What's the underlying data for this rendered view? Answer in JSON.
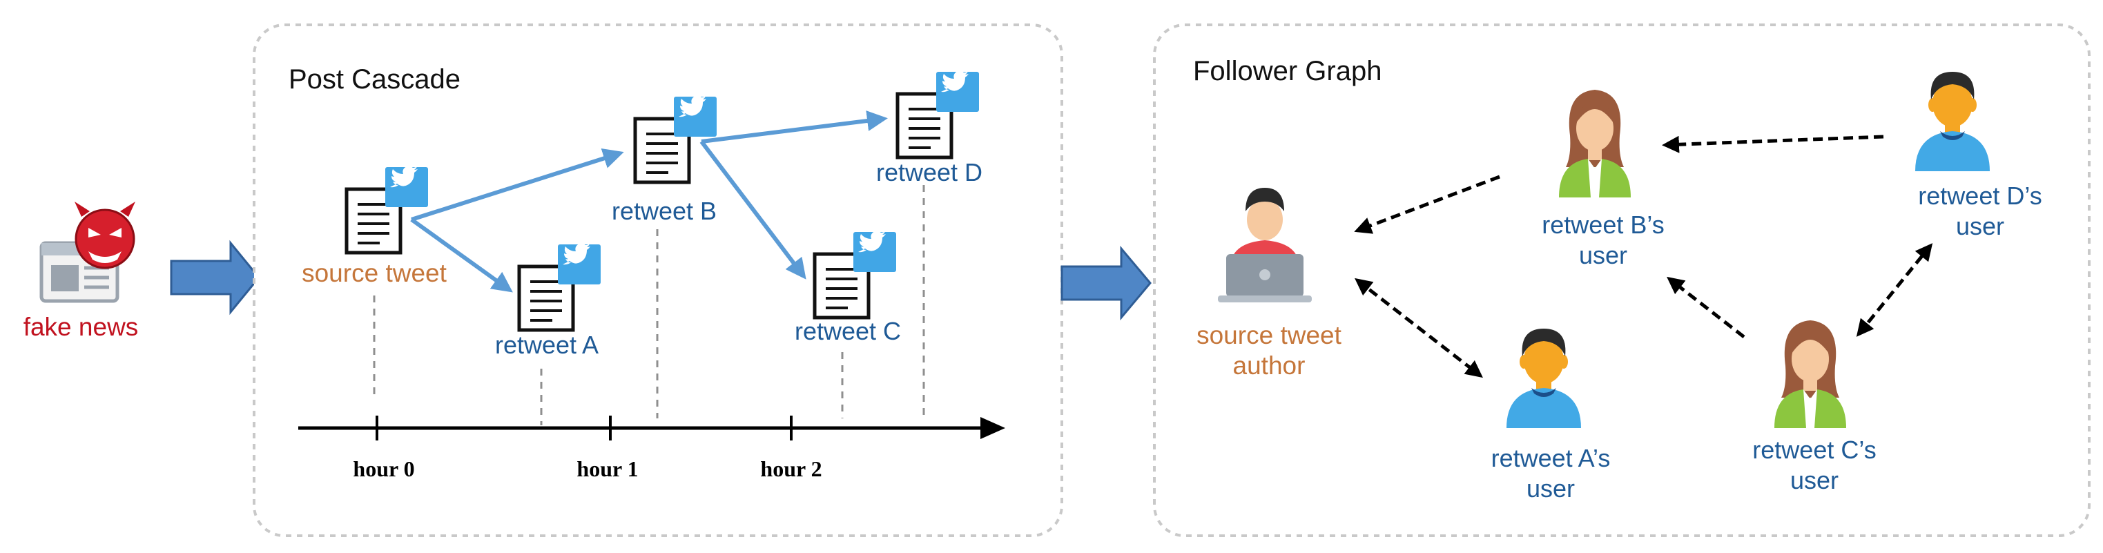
{
  "fake_news": {
    "label": "fake news"
  },
  "post_cascade": {
    "title": "Post Cascade",
    "nodes": {
      "source": "source tweet",
      "a": "retweet A",
      "b": "retweet B",
      "c": "retweet C",
      "d": "retweet D"
    },
    "timeline": [
      "hour 0",
      "hour 1",
      "hour 2"
    ]
  },
  "follower_graph": {
    "title": "Follower Graph",
    "source_author": [
      "source tweet",
      "author"
    ],
    "user_a": [
      "retweet A’s",
      "user"
    ],
    "user_b": [
      "retweet B’s",
      "user"
    ],
    "user_c": [
      "retweet C’s",
      "user"
    ],
    "user_d": [
      "retweet D’s",
      "user"
    ]
  },
  "colors": {
    "blue_label": "#1f5a96",
    "orange_label": "#c5763a",
    "red_label": "#c1121f",
    "arrow_blue": "#5b9bd5",
    "twitter_blue": "#41a6e6"
  }
}
